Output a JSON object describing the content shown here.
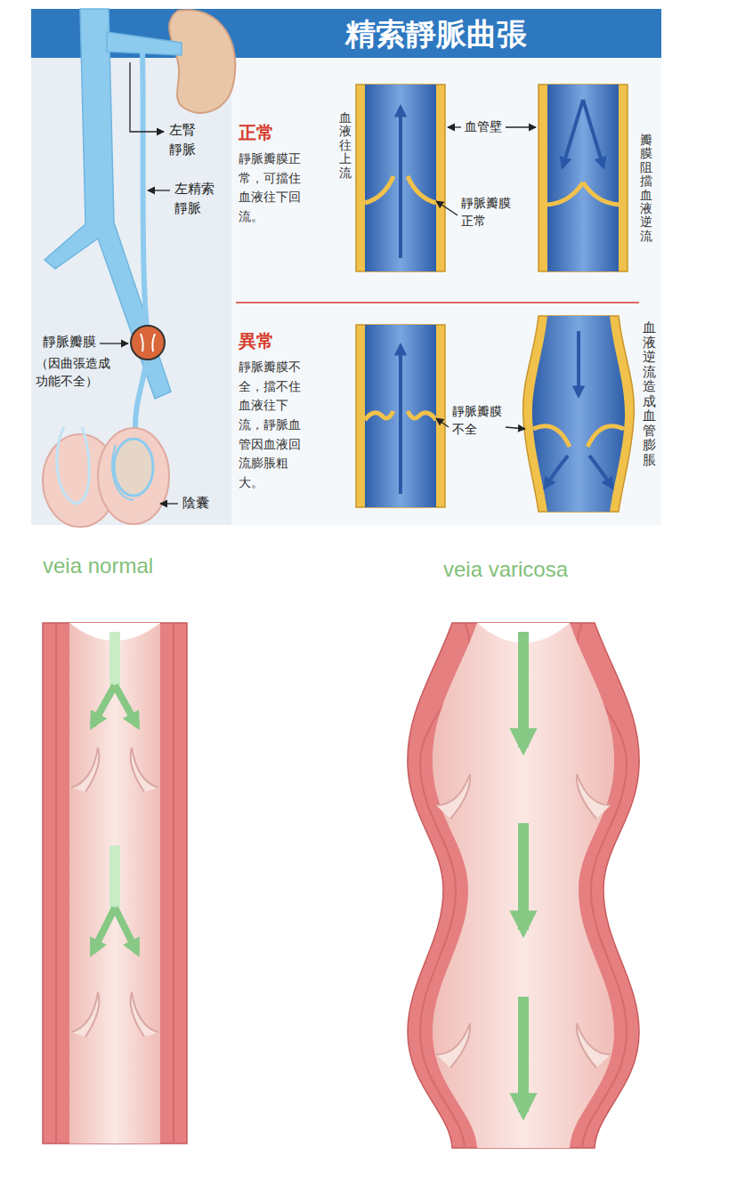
{
  "diagram": {
    "title": "精索靜脈曲張",
    "labels": [
      "左腎靜脈",
      "左精索靜脈",
      "靜脈瓣膜",
      "（因曲張造成功能不全）",
      "陰囊",
      "正常",
      "靜脈瓣膜正常，可擋住血液往下回流。",
      "血液往上流",
      "血管壁",
      "靜脈瓣膜正常",
      "瓣膜阻擋血液逆流",
      "異常",
      "靜脈瓣膜不全，擋不住血液往下流，靜脈血管因血液回流膨脹粗大。",
      "靜脈瓣膜不全",
      "血液逆流造成血管膨脹",
      "veia normal",
      "veia varicosa"
    ]
  }
}
